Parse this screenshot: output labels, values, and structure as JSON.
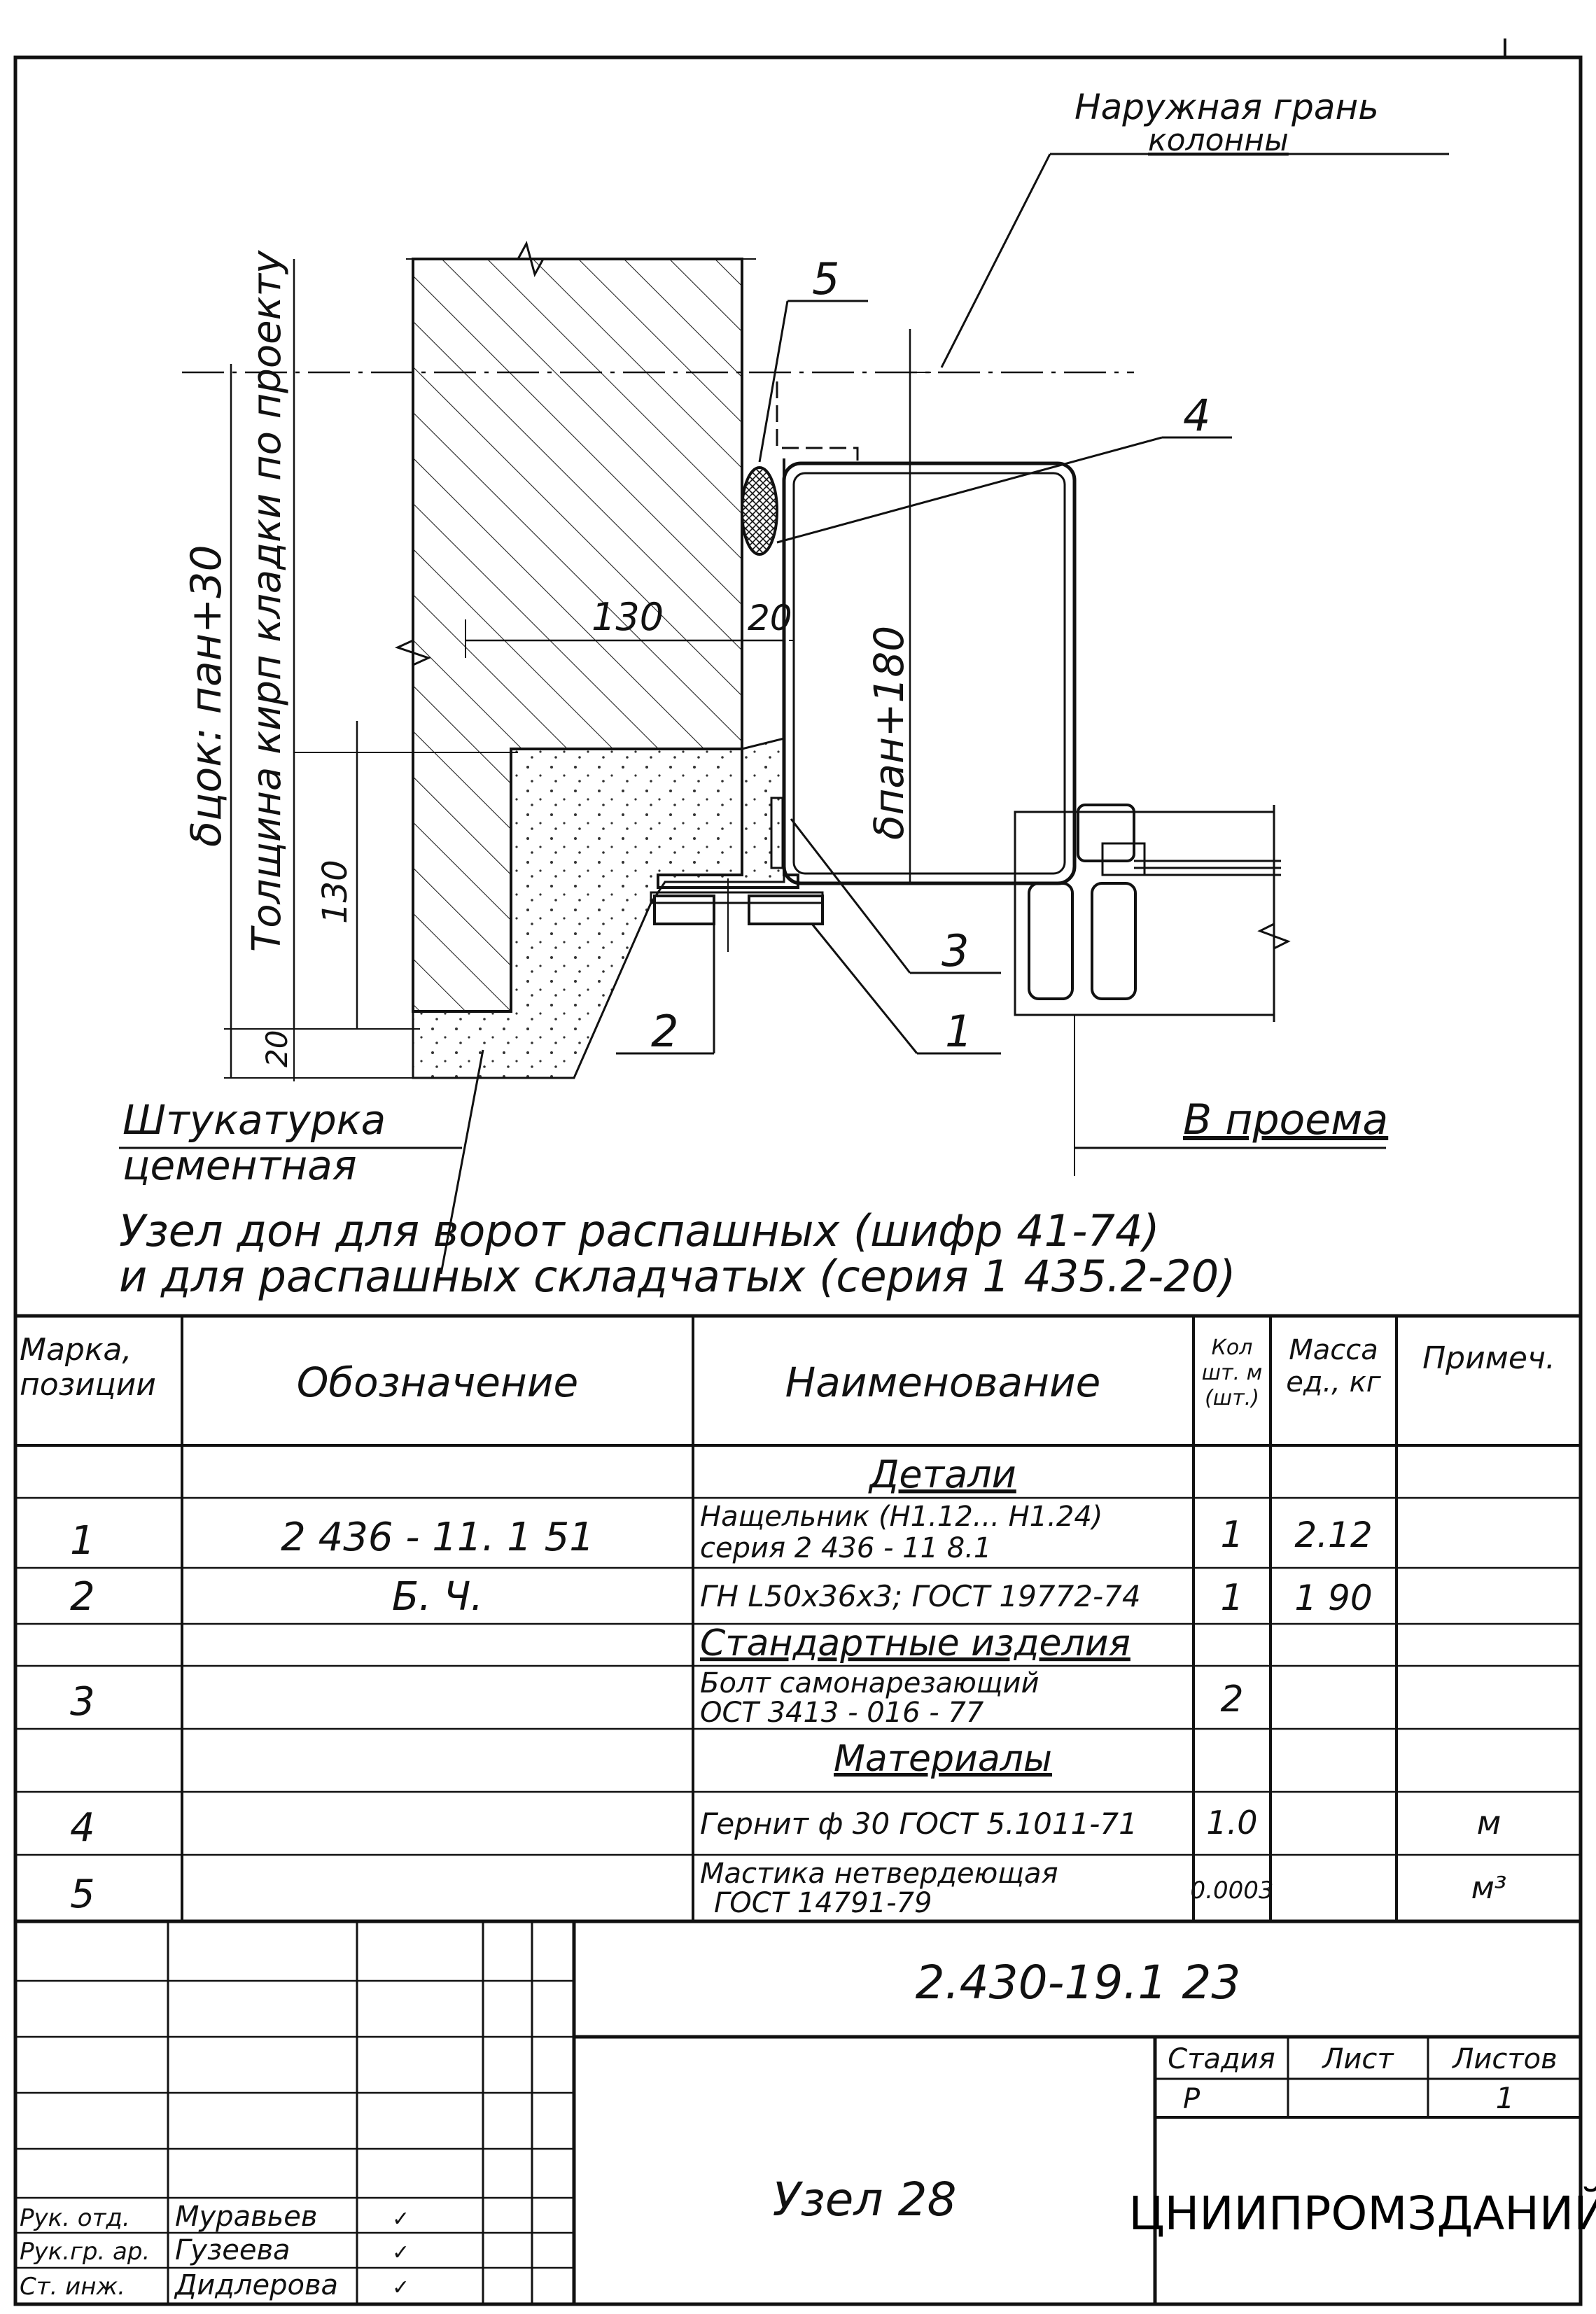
{
  "drawing": {
    "callout_outer_face_line1": "Наружная грань",
    "callout_outer_face_line2": "колонны",
    "pos_5": "5",
    "pos_4": "4",
    "pos_3": "3",
    "pos_2": "2",
    "pos_1": "1",
    "dim_130_horizontal": "130",
    "dim_20_top": "20",
    "dim_130_vertical": "130",
    "dim_20_bottom": "20",
    "label_b_cok": "δцок: пан+30",
    "label_masonry": "Толщина кирп кладки по проекту",
    "label_b_pan": "δпан+180",
    "plaster_line1": "Штукатурка",
    "plaster_line2": "цементная",
    "b_opening": "В проема",
    "caption_line1": "Узел дон для ворот распашных (шифр   41-74)",
    "caption_line2": "и для распашных складчатых (серия  1 435.2-20)"
  },
  "spec_table": {
    "headers": {
      "mark": "Марка, позиции",
      "designation": "Обозначение",
      "name": "Наименование",
      "qty": "Кол шт. м (шт.)",
      "mass": "Масса ед., кг",
      "note": "Примеч."
    },
    "section_details": "Детали",
    "section_standard": "Стандартные изделия",
    "section_materials": "Материалы",
    "rows": [
      {
        "mark": "1",
        "designation": "2 436 - 11. 1 51",
        "name1": "Нащельник (Н1.12... Н1.24)",
        "name2": "серия 2 436 - 11  8.1",
        "qty": "1",
        "mass": "2.12",
        "note": ""
      },
      {
        "mark": "2",
        "designation": "Б. Ч.",
        "name1": "ГН L50x36x3; ГОСТ 19772-74",
        "name2": "",
        "qty": "1",
        "mass": "1 90",
        "note": ""
      },
      {
        "mark": "3",
        "designation": "",
        "name1": "Болт самонарезающий",
        "name2": "ОСТ  3413 - 016 - 77",
        "qty": "2",
        "mass": "",
        "note": ""
      },
      {
        "mark": "4",
        "designation": "",
        "name1": "Гернит  ф 30 ГОСТ 5.1011-71",
        "name2": "",
        "qty": "1.0",
        "mass": "",
        "note": "м"
      },
      {
        "mark": "5",
        "designation": "",
        "name1": "Мастика  нетвердеющая",
        "name2": "ГОСТ   14791-79",
        "qty": "0.0003",
        "mass": "",
        "note": "м³"
      }
    ]
  },
  "title_block": {
    "doc_code": "2.430-19.1 23",
    "title": "Узел 28",
    "stage_label": "Стадия",
    "sheet_label": "Лист",
    "sheets_label": "Листов",
    "stage_value": "Р",
    "sheets_value": "1",
    "org": "ЦНИИПРОМЗДАНИЙ",
    "staff": [
      {
        "role": "Рук. отд.",
        "name": "Муравьев",
        "signature": "✓"
      },
      {
        "role": "Рук.гр. ар.",
        "name": "Гузеева",
        "signature": "✓"
      },
      {
        "role": "Ст. инж.",
        "name": "Дидлерова",
        "signature": "✓"
      }
    ]
  }
}
